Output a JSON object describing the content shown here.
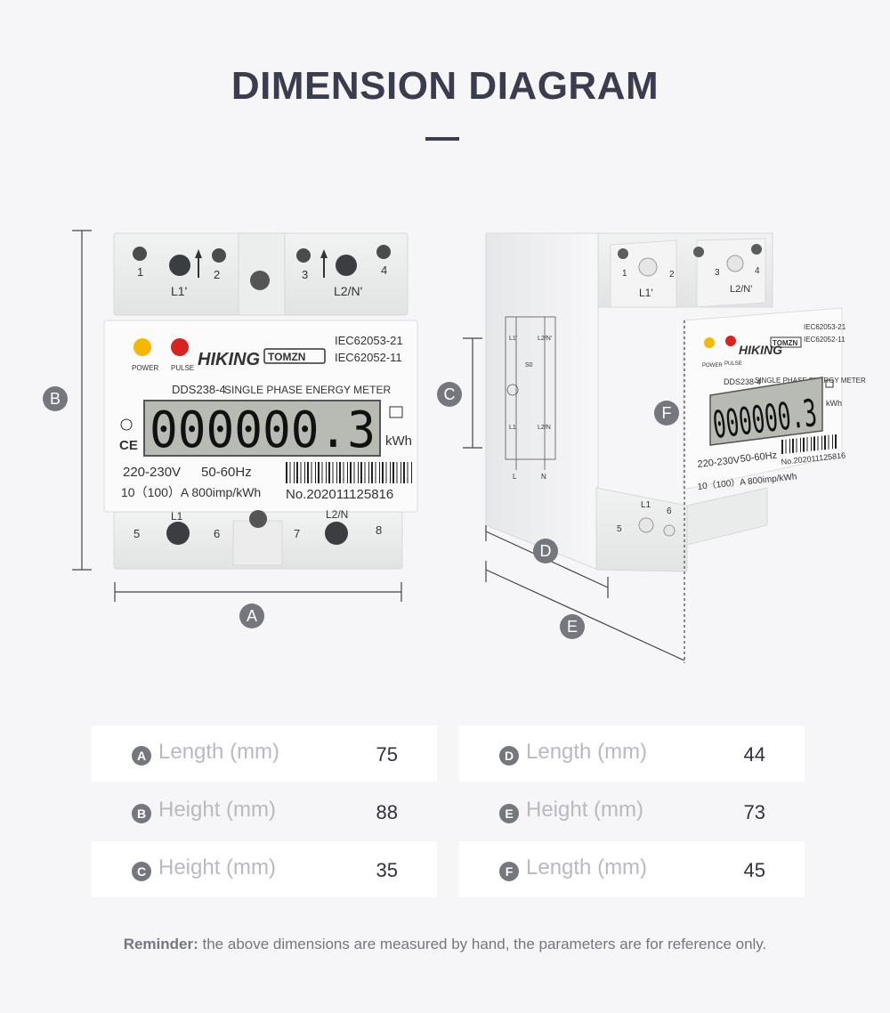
{
  "title": "DIMENSION DIAGRAM",
  "front_meter": {
    "terminals_top": [
      "1",
      "2",
      "3",
      "4"
    ],
    "terminal_top_labels": [
      "L1'",
      "L2/N'"
    ],
    "terminals_bottom": [
      "5",
      "6",
      "7",
      "8"
    ],
    "terminal_bottom_labels": [
      "L1",
      "L2/N"
    ],
    "indicators": [
      "POWER",
      "PULSE"
    ],
    "brand": "HIKING",
    "brand2": "TOMZN",
    "standards": [
      "IEC62053-21",
      "IEC62052-11"
    ],
    "model": "DDS238-4",
    "model_desc": "SINGLE PHASE ENERGY METER",
    "display": "000000.3",
    "unit": "kWh",
    "voltage": "220-230V",
    "frequency": "50-60Hz",
    "current": "10（100）A 800imp/kWh",
    "serial": "No.202011125816",
    "ce": "CE"
  },
  "side_meter": {
    "terminals_top": [
      "1",
      "2",
      "3",
      "4"
    ],
    "terminal_top_labels": [
      "L1'",
      "L2/N'"
    ],
    "terminal_bottom": [
      "5",
      "6"
    ],
    "terminal_bottom_labels": [
      "L1"
    ],
    "indicators": [
      "POWER",
      "PULSE"
    ],
    "brand": "HIKING",
    "brand2": "TOMZN",
    "standards": [
      "IEC62053-21",
      "IEC62052-11"
    ],
    "model": "DDS238-4",
    "model_desc": "SINGLE PHASE ENERGY METER",
    "display": "000000.3",
    "unit": "kWh",
    "voltage": "220-230V",
    "frequency": "50-60Hz",
    "current": "10（100）A 800imp/kWh",
    "serial": "No.202011125816",
    "wiring_labels": [
      "L1'",
      "L2/N'",
      "S0",
      "L1",
      "L2/N",
      "L",
      "N"
    ]
  },
  "markers": [
    "A",
    "B",
    "C",
    "D",
    "E",
    "F"
  ],
  "dimensions": [
    {
      "badge": "A",
      "label": "Length (mm)",
      "value": "75"
    },
    {
      "badge": "D",
      "label": "Length (mm)",
      "value": "44"
    },
    {
      "badge": "B",
      "label": "Height (mm)",
      "value": "88"
    },
    {
      "badge": "E",
      "label": "Height (mm)",
      "value": "73"
    },
    {
      "badge": "C",
      "label": "Height (mm)",
      "value": "35"
    },
    {
      "badge": "F",
      "label": "Length (mm)",
      "value": "45"
    }
  ],
  "reminder": {
    "bold": "Reminder:",
    "text": " the above dimensions are measured by hand, the parameters are for reference only."
  },
  "colors": {
    "title": "#3a3d4f",
    "badge": "#75777f",
    "power_led": "#f5b800",
    "pulse_led": "#d8241f",
    "lcd": "#b8bab4"
  }
}
